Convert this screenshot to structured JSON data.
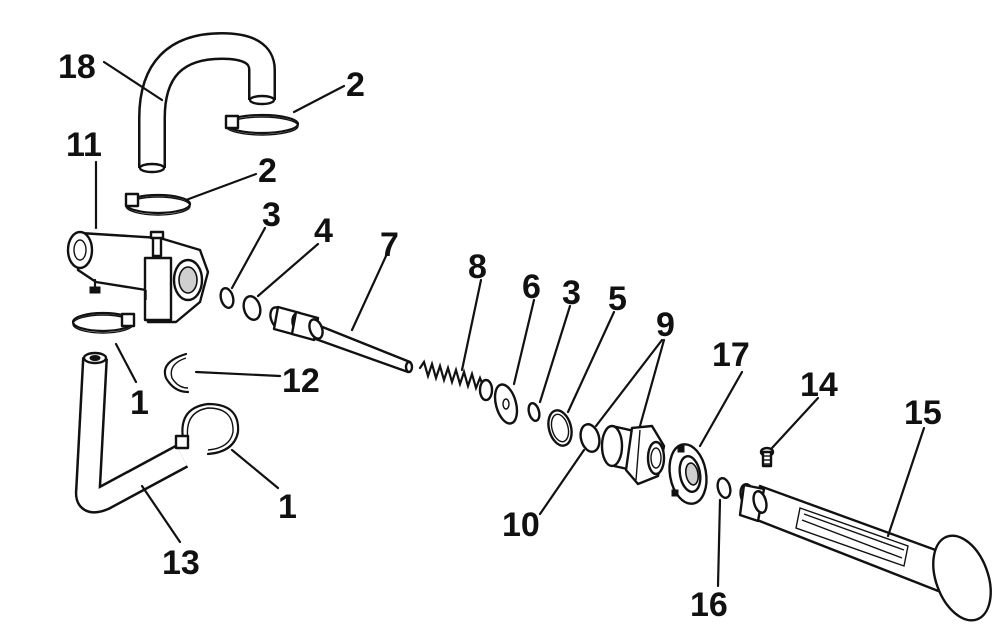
{
  "callouts": [
    {
      "id": "c18",
      "text": "18"
    },
    {
      "id": "c2a",
      "text": "2"
    },
    {
      "id": "c11",
      "text": "11"
    },
    {
      "id": "c2b",
      "text": "2"
    },
    {
      "id": "c3a",
      "text": "3"
    },
    {
      "id": "c4",
      "text": "4"
    },
    {
      "id": "c7",
      "text": "7"
    },
    {
      "id": "c8",
      "text": "8"
    },
    {
      "id": "c6",
      "text": "6"
    },
    {
      "id": "c3b",
      "text": "3"
    },
    {
      "id": "c5",
      "text": "5"
    },
    {
      "id": "c9",
      "text": "9"
    },
    {
      "id": "c17",
      "text": "17"
    },
    {
      "id": "c14",
      "text": "14"
    },
    {
      "id": "c15",
      "text": "15"
    },
    {
      "id": "c1a",
      "text": "1"
    },
    {
      "id": "c12",
      "text": "12"
    },
    {
      "id": "c1b",
      "text": "1"
    },
    {
      "id": "c10",
      "text": "10"
    },
    {
      "id": "c13",
      "text": "13"
    },
    {
      "id": "c16",
      "text": "16"
    }
  ]
}
